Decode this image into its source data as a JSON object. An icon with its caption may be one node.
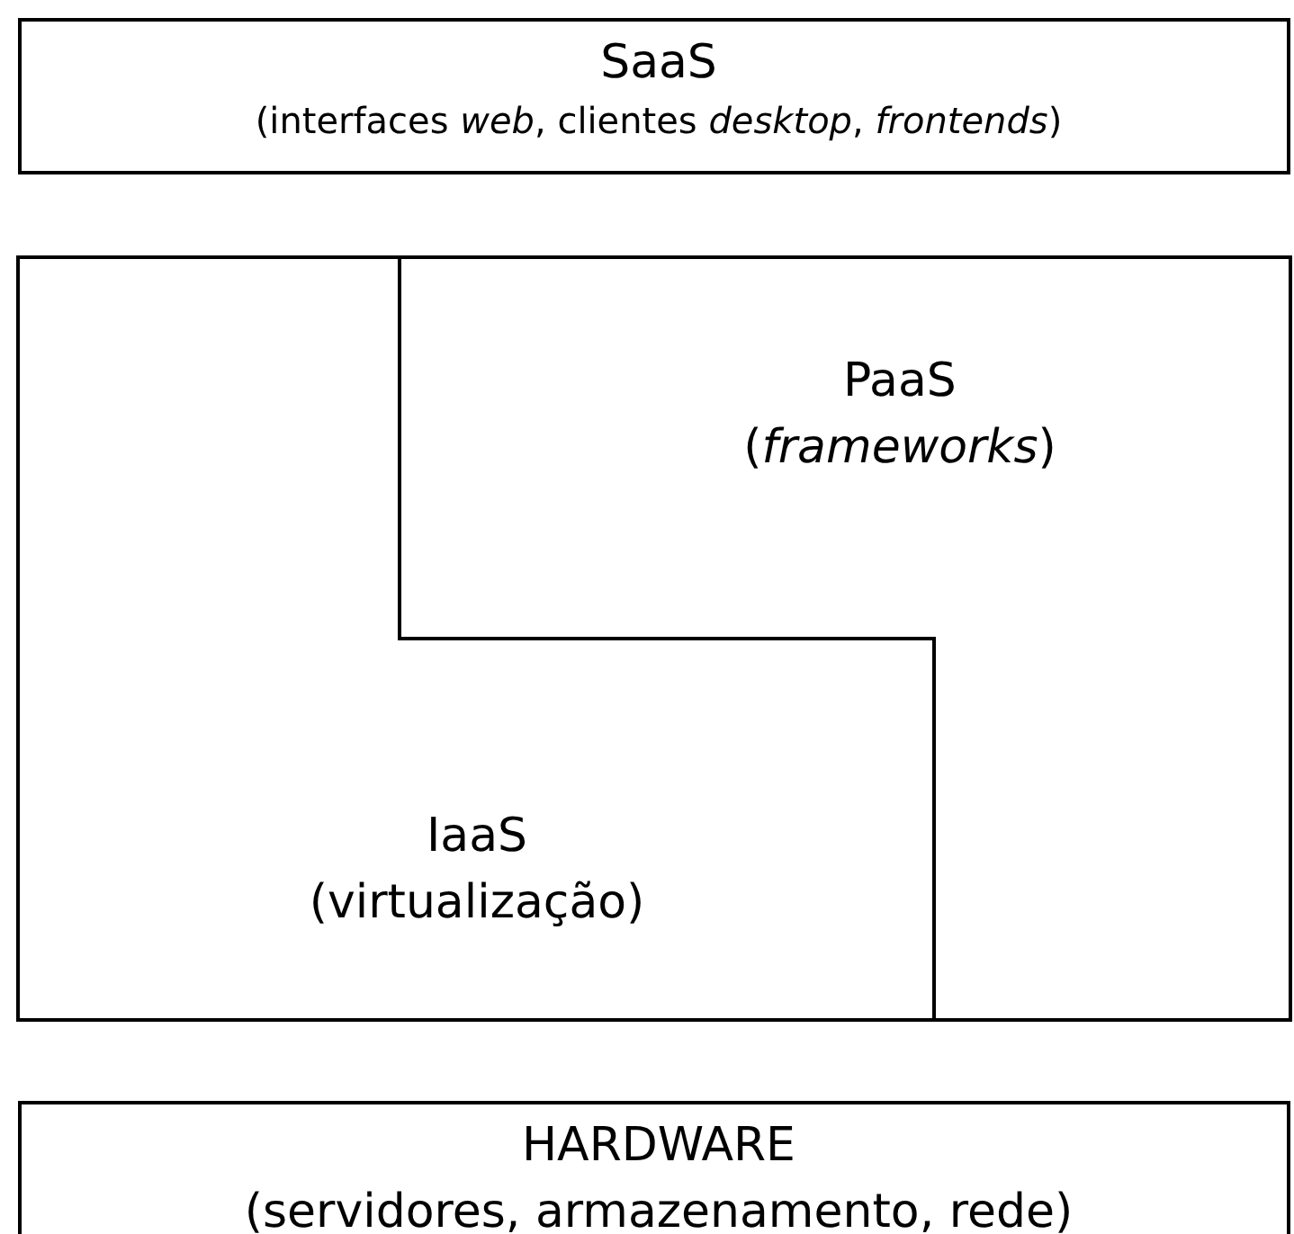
{
  "diagram": {
    "nodes": [
      {
        "text": [
          "SaaS",
          "(interfaces *web*, clientes *desktop*, *frontends*)"
        ]
      },
      {
        "text": [
          "PaaS",
          "(*frameworks*)"
        ]
      },
      {
        "text": [
          "IaaS",
          "(virtualização)"
        ]
      },
      {
        "text": [
          "HARDWARE",
          "(servidores, armazenamento, rede)"
        ]
      }
    ]
  }
}
